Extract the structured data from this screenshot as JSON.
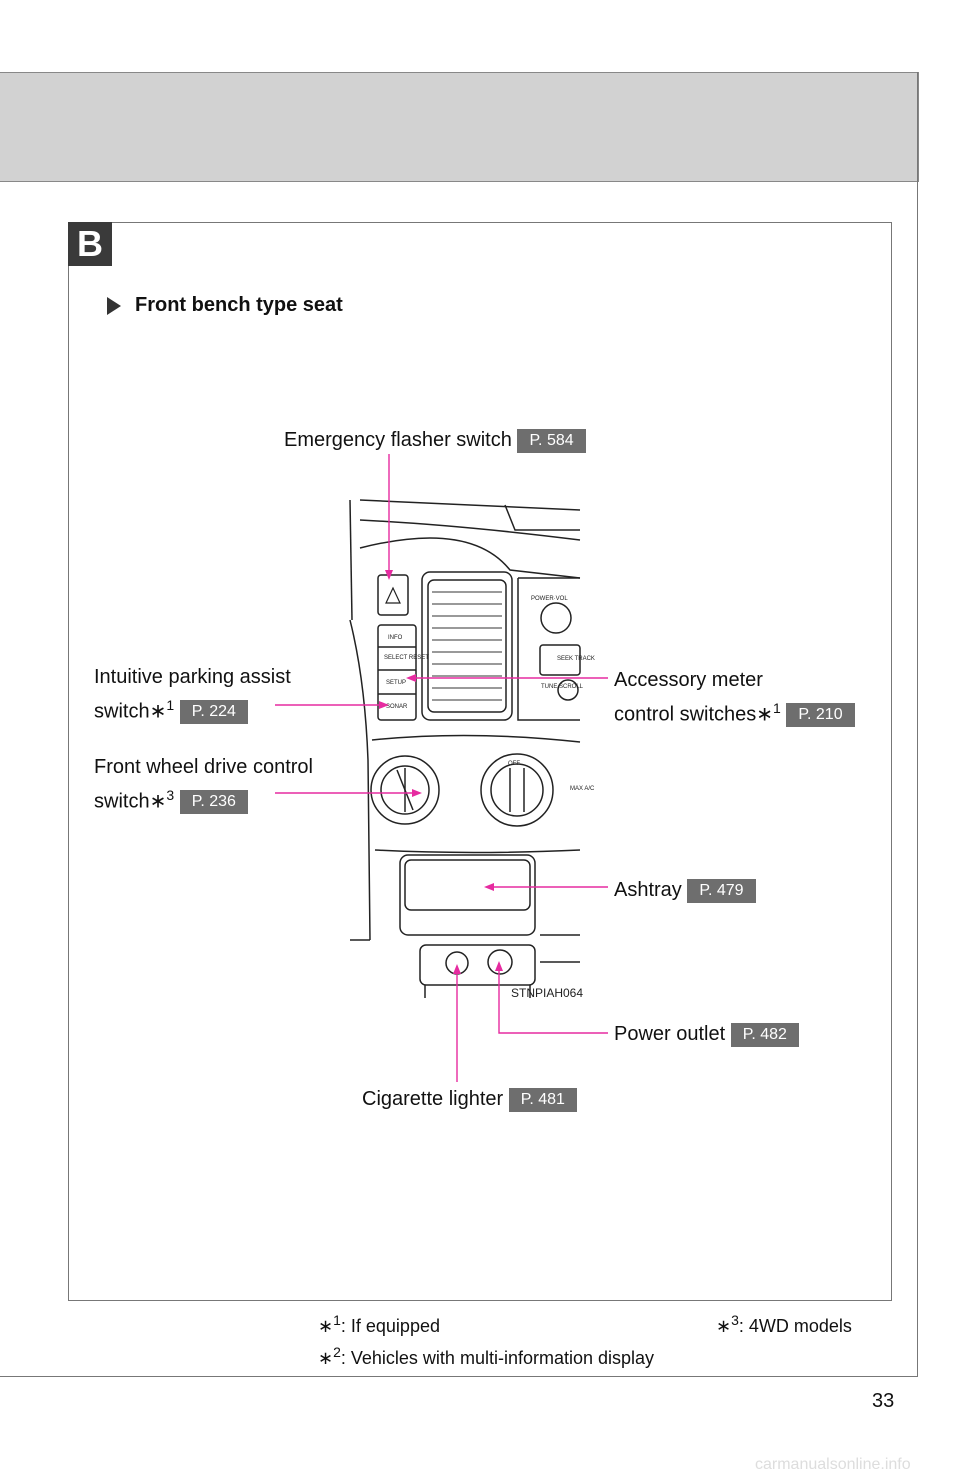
{
  "section_letter": "B",
  "heading": "Front bench type seat",
  "callouts": {
    "emergency": {
      "label": "Emergency flasher switch",
      "ref": "P. 584"
    },
    "parking_line1": "Intuitive parking assist",
    "parking_line2": "switch",
    "parking_sup": "1",
    "parking_ref": "P. 224",
    "accessory_line1": "Accessory meter",
    "accessory_line2": "control switches",
    "accessory_sup": "1",
    "accessory_ref": "P. 210",
    "fwd_line1": "Front wheel drive control",
    "fwd_line2": "switch",
    "fwd_sup": "3",
    "fwd_ref": "P. 236",
    "ashtray": {
      "label": "Ashtray",
      "ref": "P. 479"
    },
    "power": {
      "label": "Power outlet",
      "ref": "P. 482"
    },
    "cigarette": {
      "label": "Cigarette lighter",
      "ref": "P. 481"
    }
  },
  "illustration_code": "STNPIAH064",
  "panel_labels": {
    "info": "INFO",
    "select_reset": "SELECT RESET",
    "setup": "SETUP",
    "sonar": "SONAR",
    "power_vol": "POWER·VOL",
    "seek_track": "SEEK TRACK",
    "tune_scroll": "TUNE SCROLL",
    "max_ac": "MAX A/C",
    "off": "OFF"
  },
  "footnotes": {
    "n1_sup": "1",
    "n1_text": ": If equipped",
    "n2_sup": "2",
    "n2_text": ": Vehicles with multi-information display",
    "n3_sup": "3",
    "n3_text": ": 4WD models"
  },
  "page_number": "33",
  "watermark": "carmanualsonline.info",
  "colors": {
    "leader": "#e62ba0",
    "ref_bg": "#6e6e6e",
    "header_band": "#d2d2d2"
  }
}
